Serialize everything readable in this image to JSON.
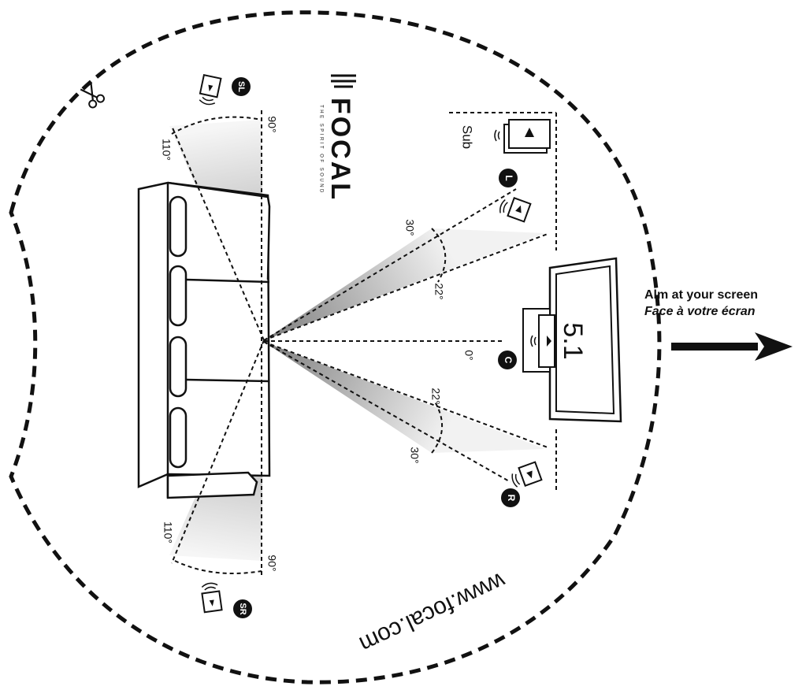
{
  "brand": {
    "name": "FOCAL",
    "tagline": "THE SPIRIT OF SOUND"
  },
  "website": "www.focal.com",
  "aim": {
    "line1": "Alm at your screen",
    "line2": "Face à votre écran"
  },
  "screen_label": "5.1",
  "speakers": {
    "sl": "SL",
    "sr": "SR",
    "l": "L",
    "c": "C",
    "r": "R",
    "sub": "Sub"
  },
  "angles": {
    "sl_90": "90°",
    "sl_110": "110°",
    "sr_90": "90°",
    "sr_110": "110°",
    "l_30": "30°",
    "l_22": "22°",
    "c_0": "0°",
    "r_22": "22°",
    "r_30": "30°"
  },
  "colors": {
    "line": "#111111",
    "wedge_dark": "#8a8a8a",
    "wedge_light": "#f4f4f4"
  }
}
